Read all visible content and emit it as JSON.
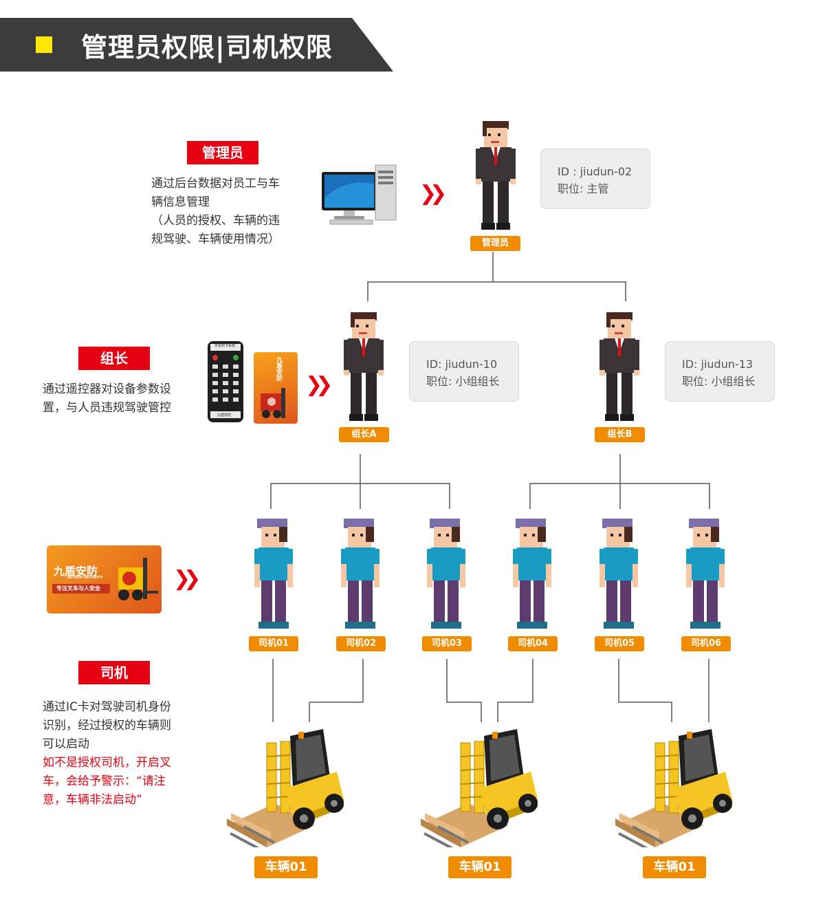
{
  "header": {
    "title": "管理员权限|司机权限"
  },
  "admin_section": {
    "tag": "管理员",
    "desc_lines": [
      "通过后台数据对员工与车",
      "辆信息管理",
      "（人员的授权、车辆的违",
      "规驾驶、车辆使用情况）"
    ]
  },
  "leader_section": {
    "tag": "组长",
    "desc_lines": [
      "通过遥控器对设备参数设",
      "置，与人员违规驾驶管控"
    ],
    "remote_title": "叉车防卡系统",
    "card_text": "九盾安防",
    "remote_brand": "九盾安防"
  },
  "driver_section": {
    "tag": "司机",
    "desc_lines": [
      "通过IC卡对驾驶司机身份",
      "识别，经过授权的车辆则",
      "可以启动"
    ],
    "warn_lines": [
      "如不是授权司机，开启叉",
      "车，会给予警示：“请注",
      "意，车辆非法启动”"
    ],
    "card_brand": "九盾安防",
    "card_brand_en": "JIU DUN SECURITY",
    "card_slogan": "专注叉车与人安全"
  },
  "admin_person": {
    "label": "管理员",
    "id_line": "ID : jiudun-02",
    "role_line": "职位:  主管"
  },
  "leaders": [
    {
      "label": "组长A",
      "id_line": "ID:  jiudun-10",
      "role_line": "职位: 小组组长"
    },
    {
      "label": "组长B",
      "id_line": "ID:  jiudun-13",
      "role_line": "职位: 小组组长"
    }
  ],
  "drivers": [
    "司机01",
    "司机02",
    "司机03",
    "司机04",
    "司机05",
    "司机06"
  ],
  "vehicles": [
    "车辆01",
    "车辆01",
    "车辆01"
  ],
  "arrow_glyph": "❯❯",
  "colors": {
    "header_bg": "#3c3c3c",
    "header_accent": "#ffea00",
    "tag_red": "#e60012",
    "label_orange": "#f18b00",
    "suit": "#3a3436",
    "driver_shirt": "#1a9bc4",
    "driver_pants": "#5e3b6e",
    "cap": "#7a6fa8",
    "forklift_yellow": "#f5c623"
  }
}
